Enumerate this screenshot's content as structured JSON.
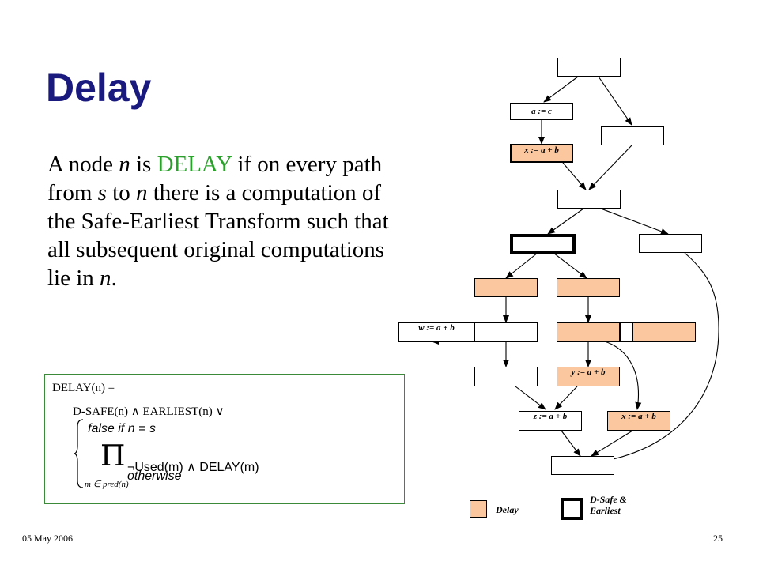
{
  "slide": {
    "title": "Delay",
    "footer_date": "05 May 2006",
    "page_number": "25"
  },
  "definition": {
    "p1": "A node ",
    "n1": "n",
    "p2": " is ",
    "delay_word": "DELAY",
    "p3": " if on every path from ",
    "s": "s",
    "p4": " to ",
    "n2": "n",
    "p5": " there is a computation of the Safe-Earliest Transform such that all subsequent original computations lie in ",
    "n3": "n",
    "p6": "."
  },
  "formula": {
    "line1": "DELAY(n) =",
    "line2": "D-SAFE(n) ∧ EARLIEST(n) ∨",
    "case1": "false  if  n = s",
    "product_symbol": "Π",
    "case2": "¬Used(m) ∧  DELAY(m)",
    "case2_cond": "otherwise",
    "subscript": "m ∈ pred(n)"
  },
  "nodes": {
    "a_eq_c": "a := c",
    "x1": "x := a + b",
    "w": "w := a + b",
    "y": "y := a + b",
    "z": "z := a + b",
    "x2": "x := a + b"
  },
  "legend": {
    "delay": "Delay",
    "dse": "D-Safe & Earliest"
  },
  "colors": {
    "title": "#1a1a7e",
    "delay_word": "#2ca02c",
    "delay_fill": "#fbc79f",
    "formula_border": "#3a8a3a"
  }
}
